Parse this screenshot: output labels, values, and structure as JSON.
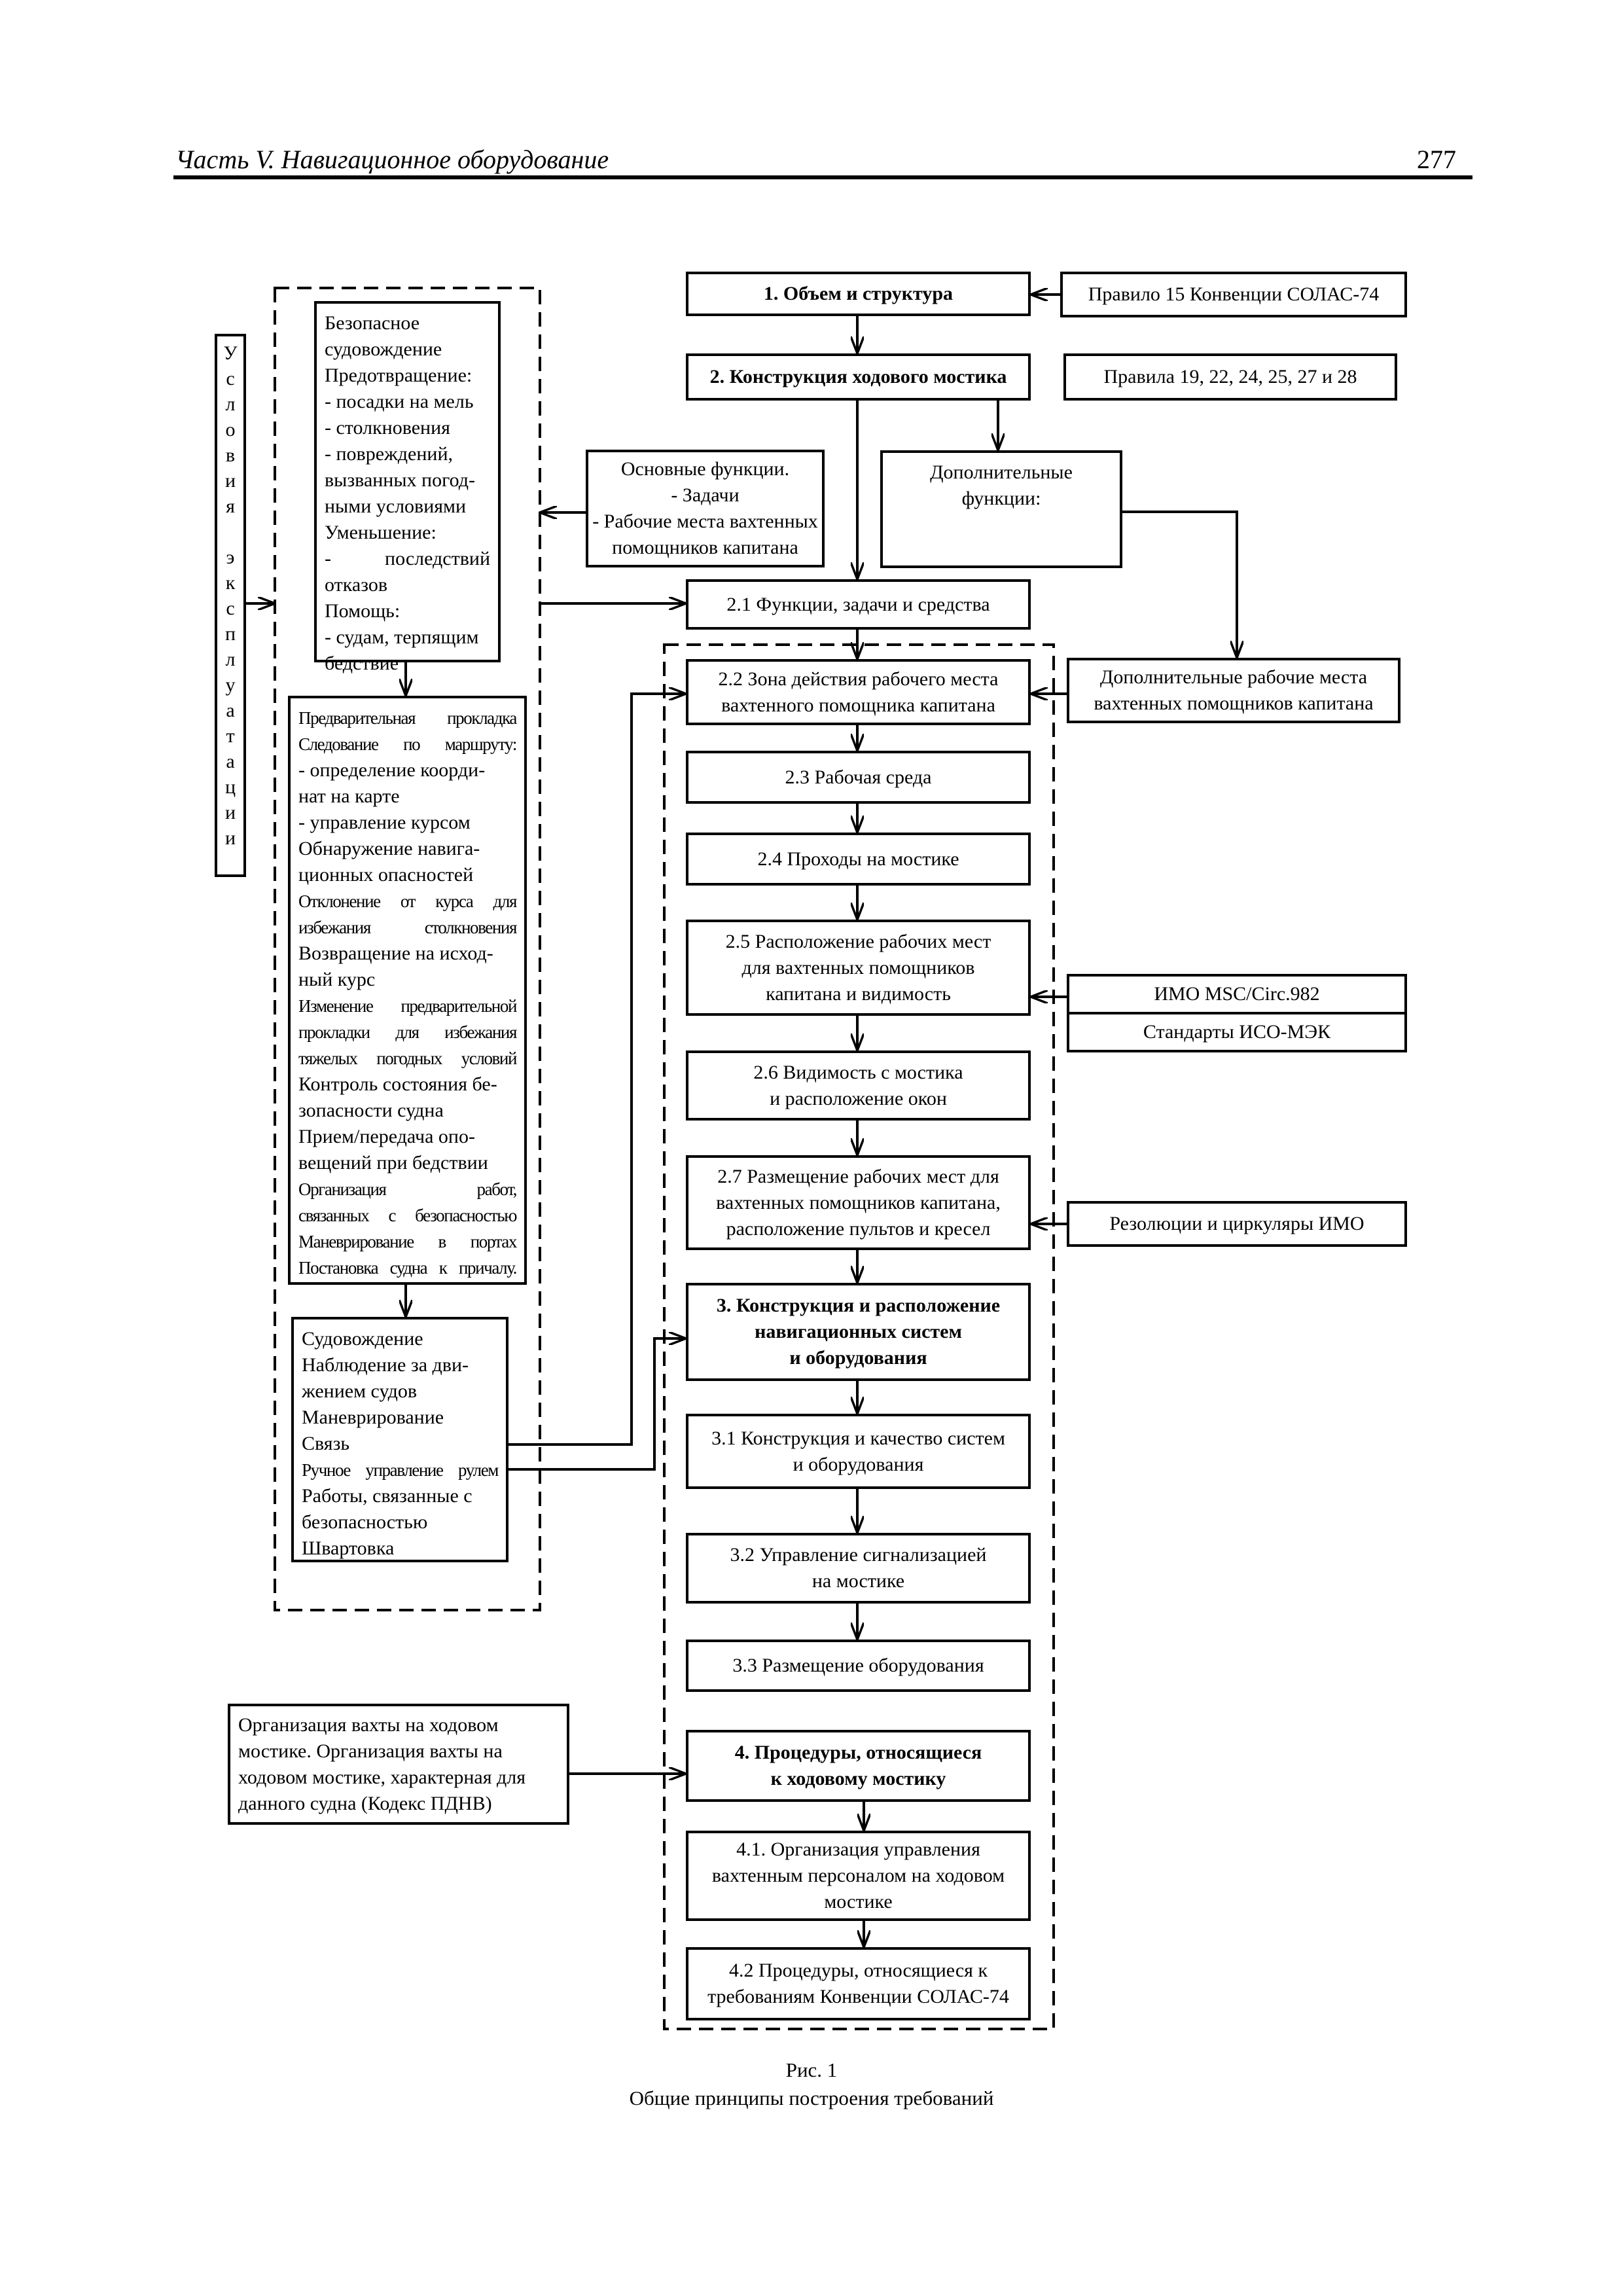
{
  "header": {
    "title": "Часть V. Навигационное оборудование",
    "page_number": "277"
  },
  "left": {
    "vertical_label": [
      "У",
      "с",
      "л",
      "о",
      "в",
      "и",
      "я",
      " ",
      "э",
      "к",
      "с",
      "п",
      "л",
      "у",
      "а",
      "т",
      "а",
      "ц",
      "и",
      "и"
    ],
    "safe_nav": [
      "Безопасное",
      "судовождение",
      "Предотвращение:",
      "- посадки на мель",
      "- столкновения",
      "-  повреждений,",
      "вызванных погод-",
      "ными условиями",
      "Уменьшение:",
      "- последствий отказов",
      "Помощь:",
      "- судам, терпящим",
      "бедствие"
    ],
    "passage": [
      "Предварительная прокладка",
      "Следование по маршруту:",
      "- определение коорди-",
      "нат на карте",
      "- управление курсом",
      "Обнаружение навига-",
      "ционных опасностей",
      "Отклонение от курса для",
      "избежания столкновения",
      "Возвращение на исход-",
      "ный курс",
      "Изменение предварительной",
      "прокладки для избежания",
      "тяжелых погодных условий",
      "Контроль состояния бе-",
      "зопасности судна",
      "Прием/передача опо-",
      "вещений при бедствии",
      "Организация работ,",
      "связанных с безопасностью",
      "Маневрирование в портах",
      "Постановка судна к причалу."
    ],
    "navigation": [
      "Судовождение",
      "Наблюдение за дви-",
      "жением судов",
      "Маневрирование",
      "Связь",
      "Ручное управление рулем",
      "Работы, связанные с",
      "безопасностью",
      "Швартовка"
    ]
  },
  "functions": {
    "basic": [
      "Основные функции.",
      "- Задачи",
      "- Рабочие места вахтенных",
      "помощников капитана"
    ],
    "additional": [
      "Дополнительные",
      "функции:"
    ],
    "additional_workplaces": [
      "Дополнительные рабочие места",
      "вахтенных помощников капитана"
    ]
  },
  "main": {
    "b1": [
      "1. Объем и структура"
    ],
    "b2": [
      "2. Конструкция ходового мостика"
    ],
    "b21": [
      "2.1 Функции, задачи и средства"
    ],
    "b22": [
      "2.2 Зона действия рабочего места",
      "вахтенного помощника капитана"
    ],
    "b23": [
      "2.3 Рабочая среда"
    ],
    "b24": [
      "2.4 Проходы на мостике"
    ],
    "b25": [
      "2.5 Расположение рабочих мест",
      "для вахтенных помощников",
      "капитана и видимость"
    ],
    "b26": [
      "2.6 Видимость с мостика",
      "и расположение окон"
    ],
    "b27": [
      "2.7 Размещение рабочих мест для",
      "вахтенных помощников капитана,",
      "расположение пультов и кресел"
    ],
    "b3": [
      "3. Конструкция и расположение",
      "навигационных систем",
      "и оборудования"
    ],
    "b31": [
      "3.1 Конструкция и качество систем",
      "и оборудования"
    ],
    "b32": [
      "3.2 Управление сигнализацией",
      "на мостике"
    ],
    "b33": [
      "3.3 Размещение оборудования"
    ],
    "b4": [
      "4. Процедуры, относящиеся",
      "к ходовому мостику"
    ],
    "b41": [
      "4.1. Организация управления",
      "вахтенным персоналом на ходовом",
      "мостике"
    ],
    "b42": [
      "4.2 Процедуры, относящиеся к",
      "требованиям Конвенции СОЛАС-74"
    ]
  },
  "references": {
    "solas_rule15": [
      "Правило 15 Конвенции СОЛАС-74"
    ],
    "rules_19_28": [
      "Правила 19, 22, 24, 25, 27 и 28"
    ],
    "imo_msc": [
      "ИМО MSC/Circ.982"
    ],
    "iso_iec": [
      "Стандарты ИСО-МЭК"
    ],
    "imo_resolutions": [
      "Резолюции и циркуляры ИМО"
    ],
    "watch_org": [
      "Организация вахты на ходовом",
      "мостике. Организация вахты на",
      "ходовом мостике, характерная для",
      "данного судна (Кодекс ПДНВ)"
    ]
  },
  "caption": {
    "fig": "Рис.  1",
    "text": "Общие принципы построения требований"
  }
}
